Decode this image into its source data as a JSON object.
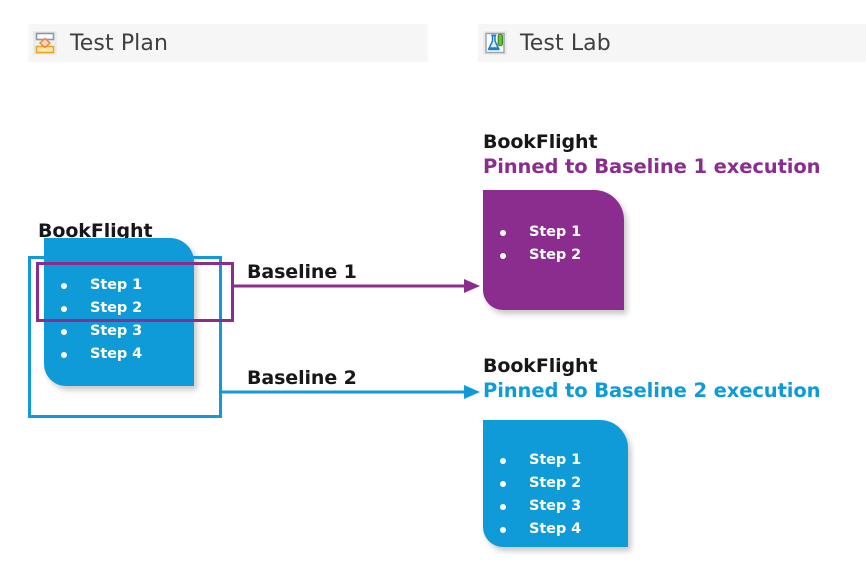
{
  "headers": [
    {
      "id": "test-plan",
      "label": "Test Plan",
      "icon": "test-plan-icon"
    },
    {
      "id": "test-lab",
      "label": "Test Lab",
      "icon": "test-lab-icon"
    }
  ],
  "left_panel": {
    "title": "BookFlight",
    "steps": [
      "Step 1",
      "Step 2",
      "Step 3",
      "Step 4"
    ],
    "selections": [
      {
        "name": "baseline-1-selection",
        "color": "#8b2d8e",
        "covers": [
          "Step 1",
          "Step 2"
        ]
      },
      {
        "name": "baseline-2-selection",
        "color": "#109bd8",
        "covers": [
          "Step 1",
          "Step 2",
          "Step 3",
          "Step 4"
        ]
      }
    ]
  },
  "arrows": [
    {
      "label": "Baseline 1",
      "color": "#8b2d8e"
    },
    {
      "label": "Baseline 2",
      "color": "#109bd8"
    }
  ],
  "right_panel": {
    "baseline_1": {
      "title": "BookFlight",
      "subtitle": "Pinned to Baseline 1 execution",
      "color": "#8b2d8e",
      "steps": [
        "Step 1",
        "Step 2"
      ]
    },
    "baseline_2": {
      "title": "BookFlight",
      "subtitle": "Pinned to Baseline 2 execution",
      "color": "#0f9bd7",
      "steps": [
        "Step 1",
        "Step 2",
        "Step 3",
        "Step 4"
      ]
    }
  },
  "colors": {
    "blue": "#0f9bd7",
    "purple": "#8b2d8e",
    "header_bg": "#f6f6f6",
    "text": "#17171a"
  }
}
